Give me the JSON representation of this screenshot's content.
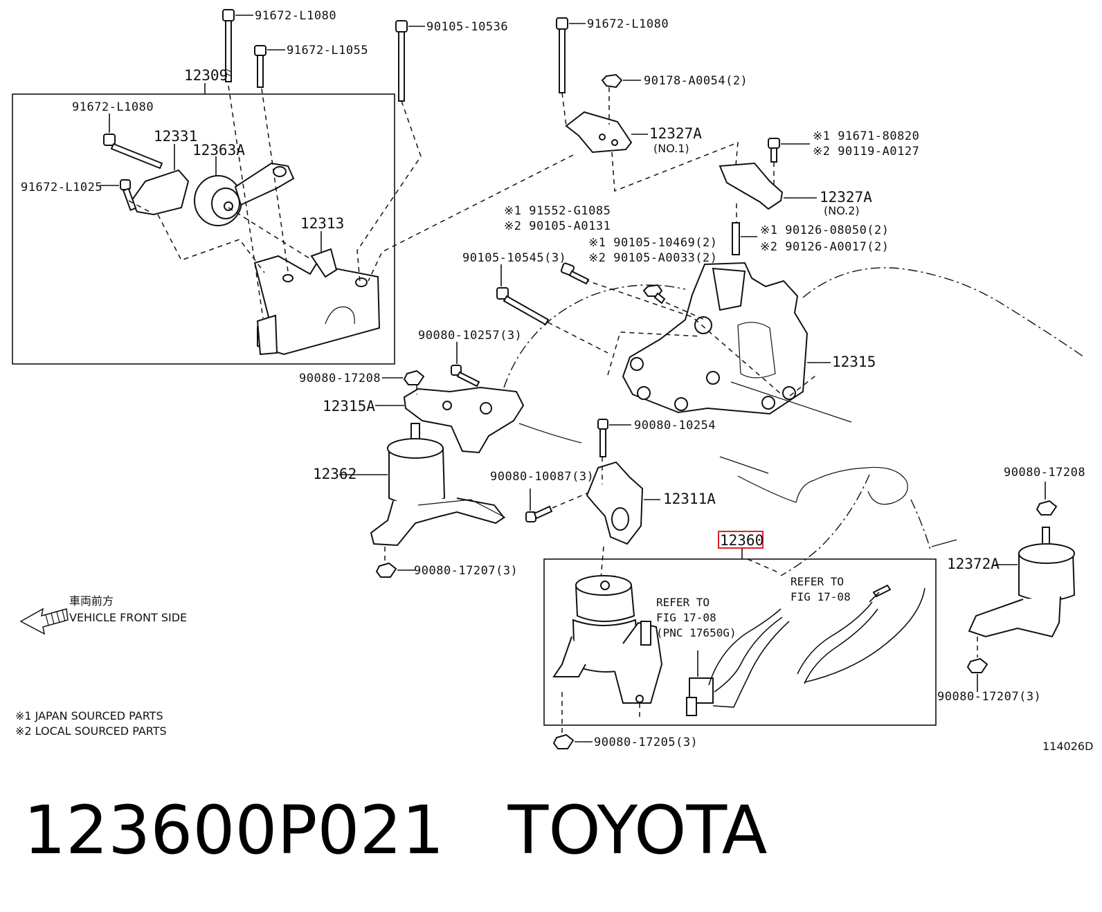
{
  "labels": {
    "bolt_91672_L1080_a": "91672-L1080",
    "bolt_91672_L1055": "91672-L1055",
    "bolt_90105_10536": "90105-10536",
    "bolt_91672_L1080_b": "91672-L1080",
    "nut_90178_A0054": "90178-A0054(2)",
    "part_12309": "12309",
    "bolt_91672_L1080_c": "91672-L1080",
    "part_12331": "12331",
    "part_12363A": "12363A",
    "bolt_91672_L1025": "91672-L1025",
    "part_12313": "12313",
    "part_12327A_no1": "12327A",
    "part_12327A_no1_sub": "(NO.1)",
    "ref1_91671": "※1 91671-80820",
    "ref2_90119": "※2 90119-A0127",
    "part_12327A_no2": "12327A",
    "part_12327A_no2_sub": "(NO.2)",
    "ref1_91552": "※1 91552-G1085",
    "ref2_90105_A0131": "※2 90105-A0131",
    "ref1_90126": "※1 90126-08050(2)",
    "ref2_90126": "※2 90126-A0017(2)",
    "ref1_90105_10469": "※1 90105-10469(2)",
    "ref2_90105_A0033": "※2 90105-A0033(2)",
    "bolt_90105_10545": "90105-10545(3)",
    "bolt_90080_10257": "90080-10257(3)",
    "part_12315": "12315",
    "nut_90080_17208_a": "90080-17208",
    "part_12315A": "12315A",
    "bolt_90080_10254": "90080-10254",
    "part_12362": "12362",
    "bolt_90080_10087": "90080-10087(3)",
    "part_12311A": "12311A",
    "nut_90080_17208_b": "90080-17208",
    "part_12360": "12360",
    "part_12372A": "12372A",
    "nut_90080_17207_a": "90080-17207(3)",
    "refer_to_1": "REFER TO",
    "refer_fig_1": "FIG 17-08",
    "refer_to_2": "REFER TO",
    "refer_fig_2": "FIG 17-08",
    "refer_pnc": "(PNC 17650G)",
    "nut_90080_17207_b": "90080-17207(3)",
    "nut_90080_17205": "90080-17205(3)",
    "front_jp": "車両前方",
    "front_en": "VEHICLE FRONT SIDE",
    "note1": "※1 JAPAN SOURCED PARTS",
    "note2": "※2 LOCAL SOURCED PARTS",
    "fig_code": "114026D"
  },
  "caption": {
    "part_number": "123600P021",
    "brand": "TOYOTA"
  },
  "colors": {
    "line": "#111111",
    "highlight_box": "#e0202a",
    "background": "#ffffff"
  }
}
